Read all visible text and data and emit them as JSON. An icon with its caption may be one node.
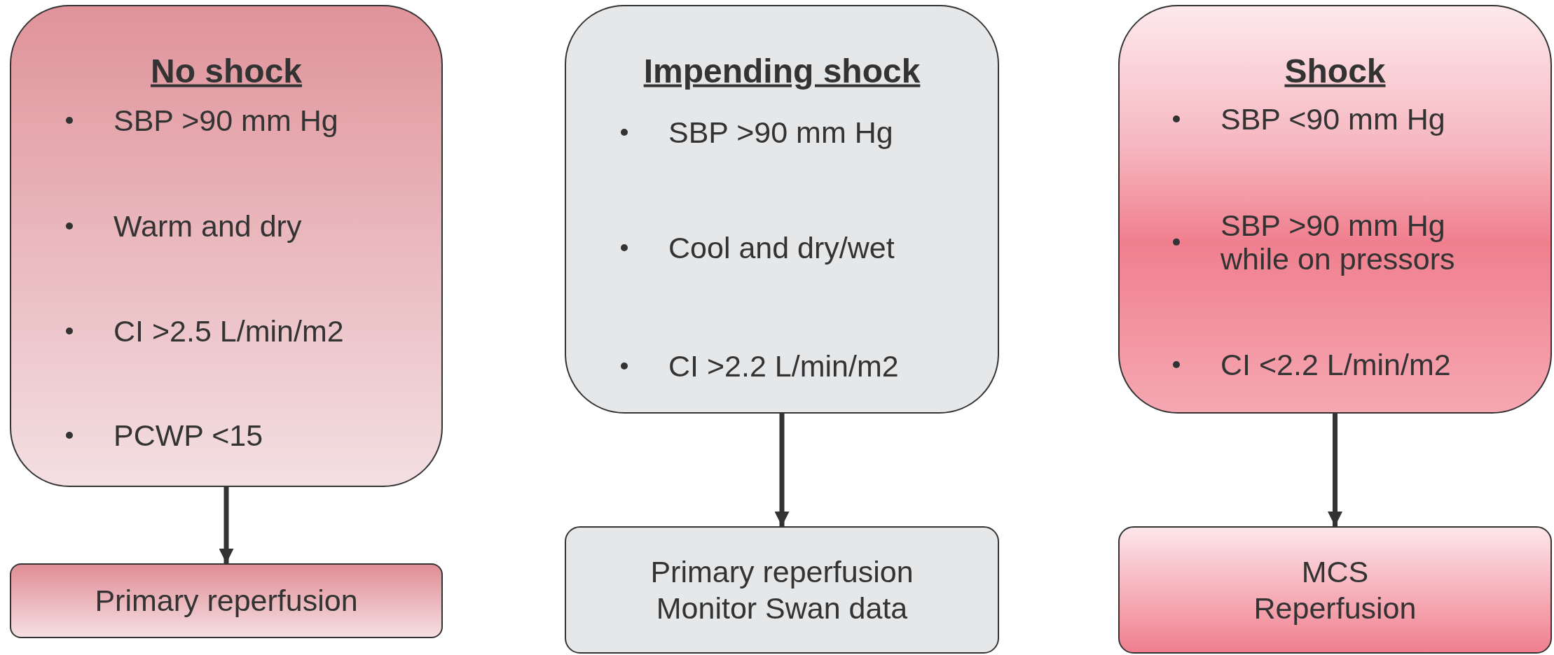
{
  "diagram": {
    "nodes": [
      {
        "text": [
          "No shock",
          "SBP >90 mm Hg",
          "Warm and dry",
          "CI >2.5 L/min/m2",
          "PCWP <15"
        ]
      },
      {
        "text": [
          "Impending shock",
          "SBP >90 mm Hg",
          "Cool and dry/wet",
          "CI >2.2 L/min/m2"
        ]
      },
      {
        "text": [
          "Shock",
          "SBP <90 mm Hg",
          "SBP >90 mm Hg while on pressors",
          "CI <2.2 L/min/m2"
        ]
      },
      {
        "text": [
          "Primary reperfusion"
        ]
      },
      {
        "text": [
          "Primary reperfusion",
          "Monitor Swan data"
        ]
      },
      {
        "text": [
          "MCS",
          "Reperfusion"
        ]
      }
    ],
    "edges": [
      {
        "from": 0,
        "to": 3,
        "arrow": "to"
      },
      {
        "from": 1,
        "to": 4,
        "arrow": "to"
      },
      {
        "from": 2,
        "to": 5,
        "arrow": "to"
      }
    ]
  }
}
